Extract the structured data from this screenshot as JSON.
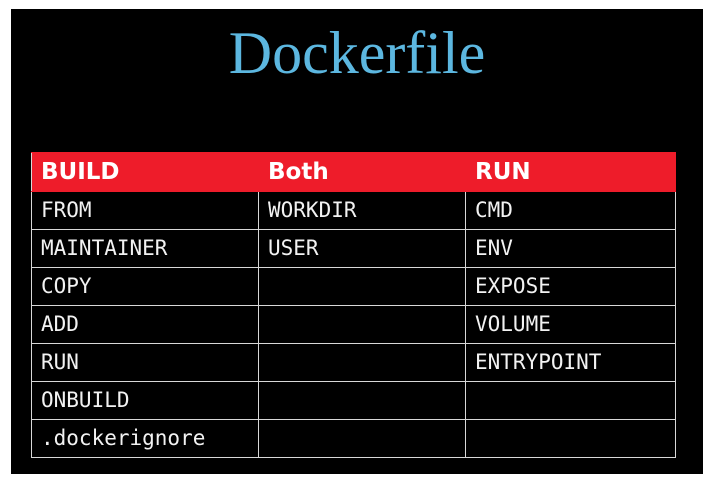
{
  "slide": {
    "title": "Dockerfile",
    "background_color": "#000000",
    "title_color": "#5cb7e0",
    "accent_color": "#ee1c2a",
    "border_color": "#d8d8d8",
    "text_color": "#f2f2f2"
  },
  "table": {
    "headers": [
      "BUILD",
      "Both",
      "RUN"
    ],
    "rows": [
      [
        "FROM",
        "WORKDIR",
        "CMD"
      ],
      [
        "MAINTAINER",
        "USER",
        "ENV"
      ],
      [
        "COPY",
        "",
        "EXPOSE"
      ],
      [
        "ADD",
        "",
        "VOLUME"
      ],
      [
        "RUN",
        "",
        "ENTRYPOINT"
      ],
      [
        "ONBUILD",
        "",
        ""
      ],
      [
        ".dockerignore",
        "",
        ""
      ]
    ]
  }
}
